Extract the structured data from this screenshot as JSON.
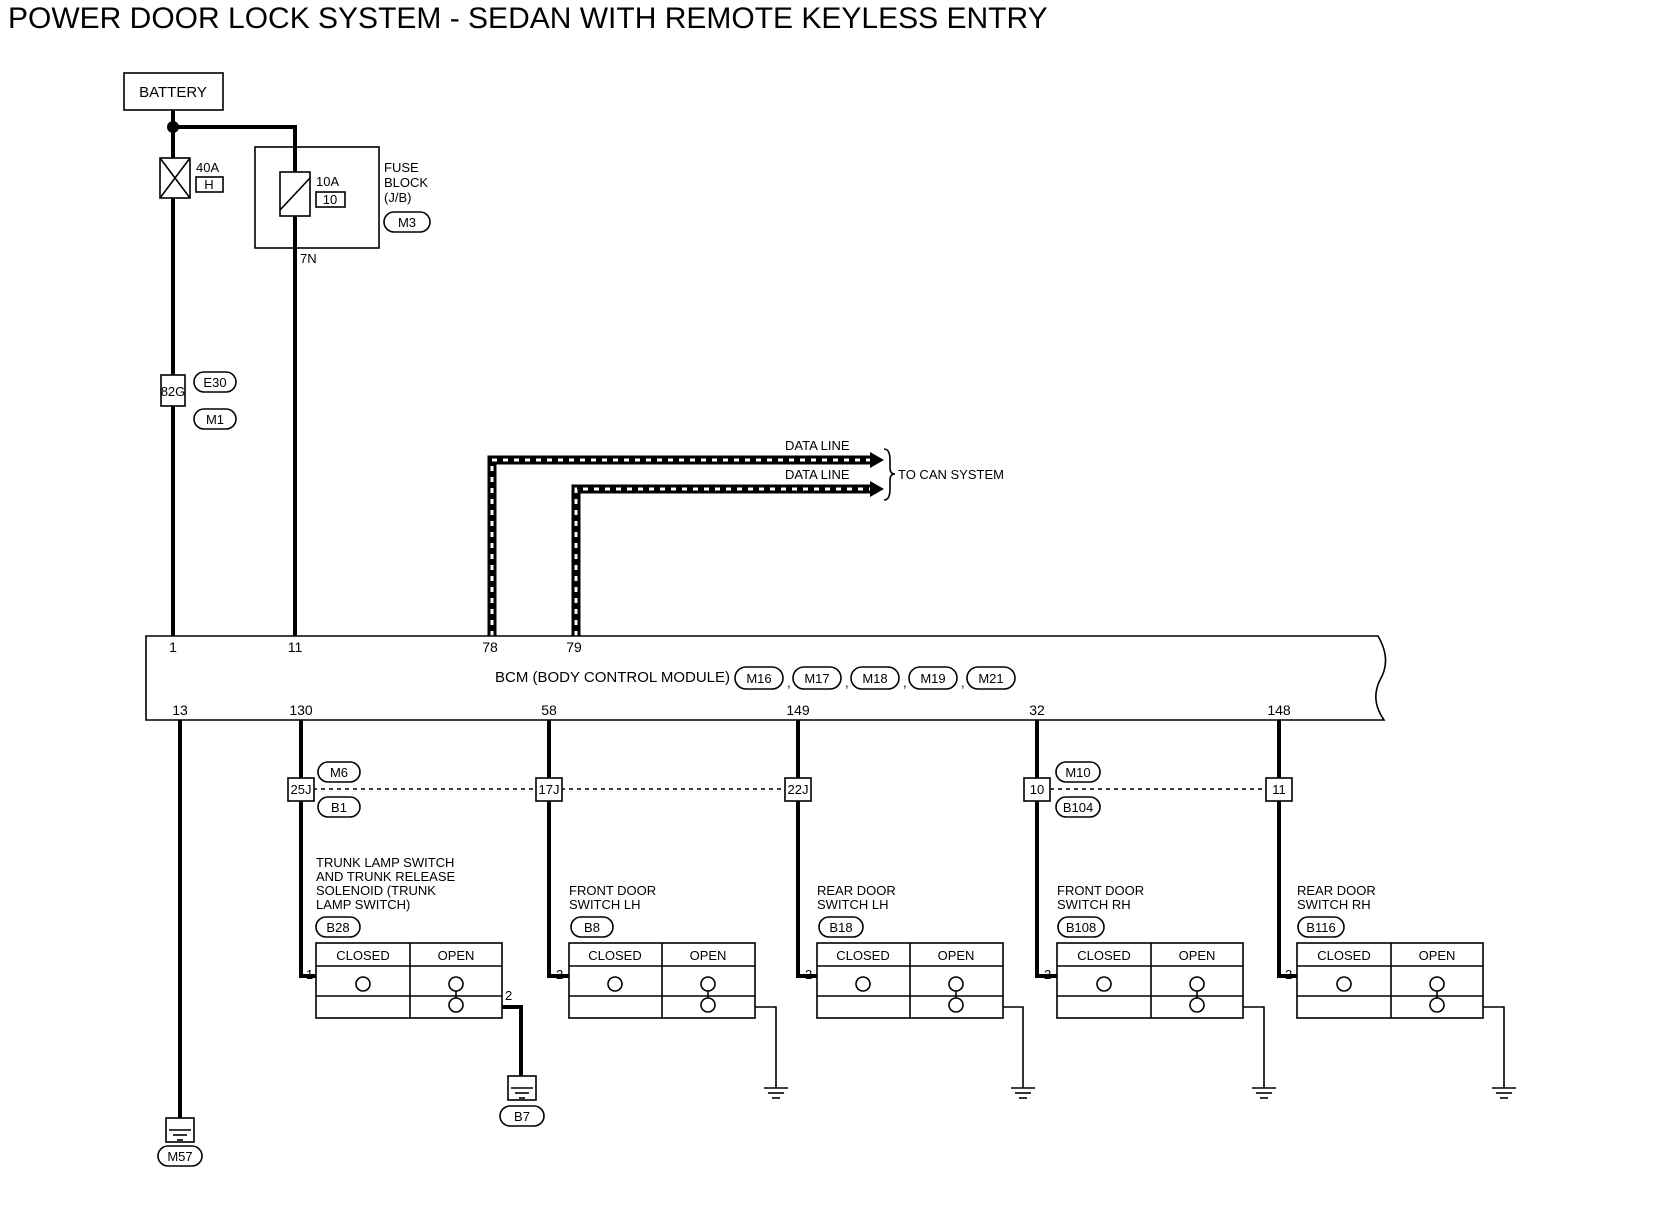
{
  "title": "POWER DOOR LOCK SYSTEM - SEDAN WITH REMOTE KEYLESS ENTRY",
  "battery": {
    "label": "BATTERY"
  },
  "fusible_link": {
    "rating": "40A",
    "id": "H"
  },
  "fuse_block": {
    "line1": "FUSE",
    "line2": "BLOCK",
    "line3": "(J/B)",
    "connector": "M3",
    "fuse_rating": "10A",
    "fuse_id": "10",
    "terminal": "7N"
  },
  "joint_82g": {
    "label": "82G",
    "connectors": [
      "E30",
      "M1"
    ]
  },
  "data_lines": {
    "line1": "DATA LINE",
    "line2": "DATA LINE",
    "destination": "TO CAN SYSTEM"
  },
  "bcm": {
    "label": "BCM (BODY CONTROL MODULE)",
    "connectors": [
      "M16",
      "M17",
      "M18",
      "M19",
      "M21"
    ],
    "separator": ",",
    "top_pins": [
      "1",
      "11",
      "78",
      "79"
    ],
    "bottom_pins": [
      "13",
      "130",
      "58",
      "149",
      "32",
      "148"
    ]
  },
  "harness_joints": {
    "left": {
      "labels": [
        "25J",
        "17J",
        "22J"
      ],
      "connectors": [
        "M6",
        "B1"
      ]
    },
    "right": {
      "labels": [
        "10",
        "11"
      ],
      "connectors": [
        "M10",
        "B104"
      ]
    }
  },
  "switches": [
    {
      "name_lines": [
        "TRUNK LAMP SWITCH",
        "AND TRUNK RELEASE",
        "SOLENOID (TRUNK",
        "LAMP SWITCH)"
      ],
      "connector": "B28",
      "state_closed": "CLOSED",
      "state_open": "OPEN",
      "pin_in": "1",
      "pin_ground": "2",
      "ground_connector": "B7"
    },
    {
      "name_lines": [
        "FRONT DOOR",
        "SWITCH LH"
      ],
      "connector": "B8",
      "state_closed": "CLOSED",
      "state_open": "OPEN",
      "pin_in": "2"
    },
    {
      "name_lines": [
        "REAR DOOR",
        "SWITCH LH"
      ],
      "connector": "B18",
      "state_closed": "CLOSED",
      "state_open": "OPEN",
      "pin_in": "2"
    },
    {
      "name_lines": [
        "FRONT DOOR",
        "SWITCH RH"
      ],
      "connector": "B108",
      "state_closed": "CLOSED",
      "state_open": "OPEN",
      "pin_in": "2"
    },
    {
      "name_lines": [
        "REAR DOOR",
        "SWITCH RH"
      ],
      "connector": "B116",
      "state_closed": "CLOSED",
      "state_open": "OPEN",
      "pin_in": "2"
    }
  ],
  "bcm_ground": {
    "connector": "M57"
  }
}
